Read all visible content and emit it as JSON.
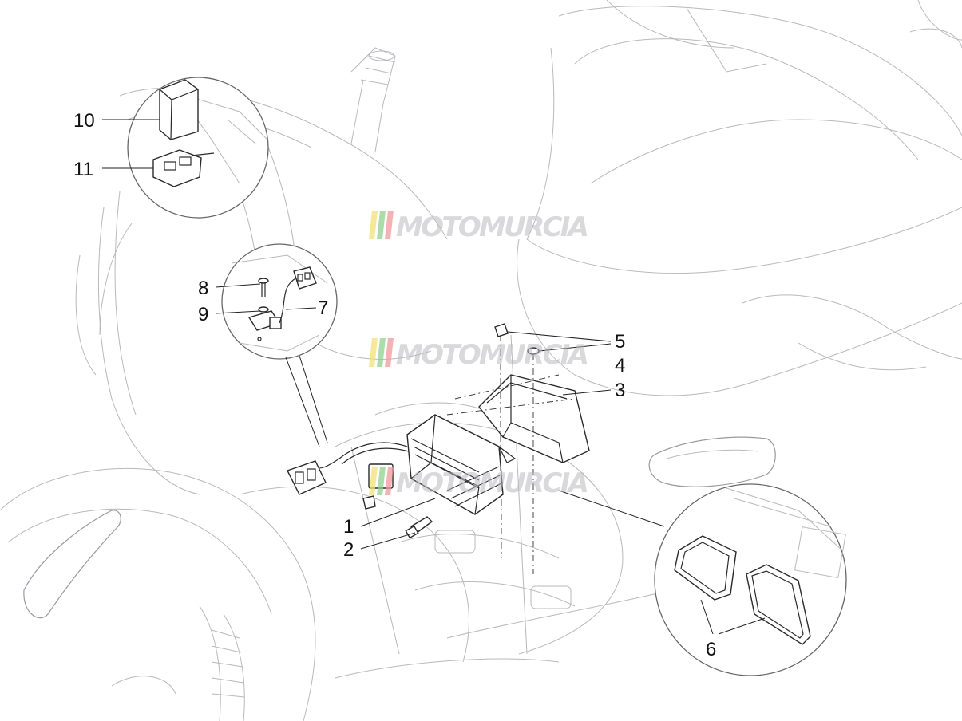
{
  "callouts": [
    {
      "id": "c1",
      "label": "1"
    },
    {
      "id": "c2",
      "label": "2"
    },
    {
      "id": "c3",
      "label": "3"
    },
    {
      "id": "c4",
      "label": "4"
    },
    {
      "id": "c5",
      "label": "5"
    },
    {
      "id": "c6",
      "label": "6"
    },
    {
      "id": "c7",
      "label": "7"
    },
    {
      "id": "c8",
      "label": "8"
    },
    {
      "id": "c9",
      "label": "9"
    },
    {
      "id": "c10",
      "label": "10"
    },
    {
      "id": "c11",
      "label": "11"
    }
  ],
  "watermark": {
    "text": "MOTOMURCIA",
    "stripe_colors": [
      "#f2e07a",
      "#8fd08f",
      "#f09a9a"
    ],
    "icon": "motomurcia-logo"
  }
}
